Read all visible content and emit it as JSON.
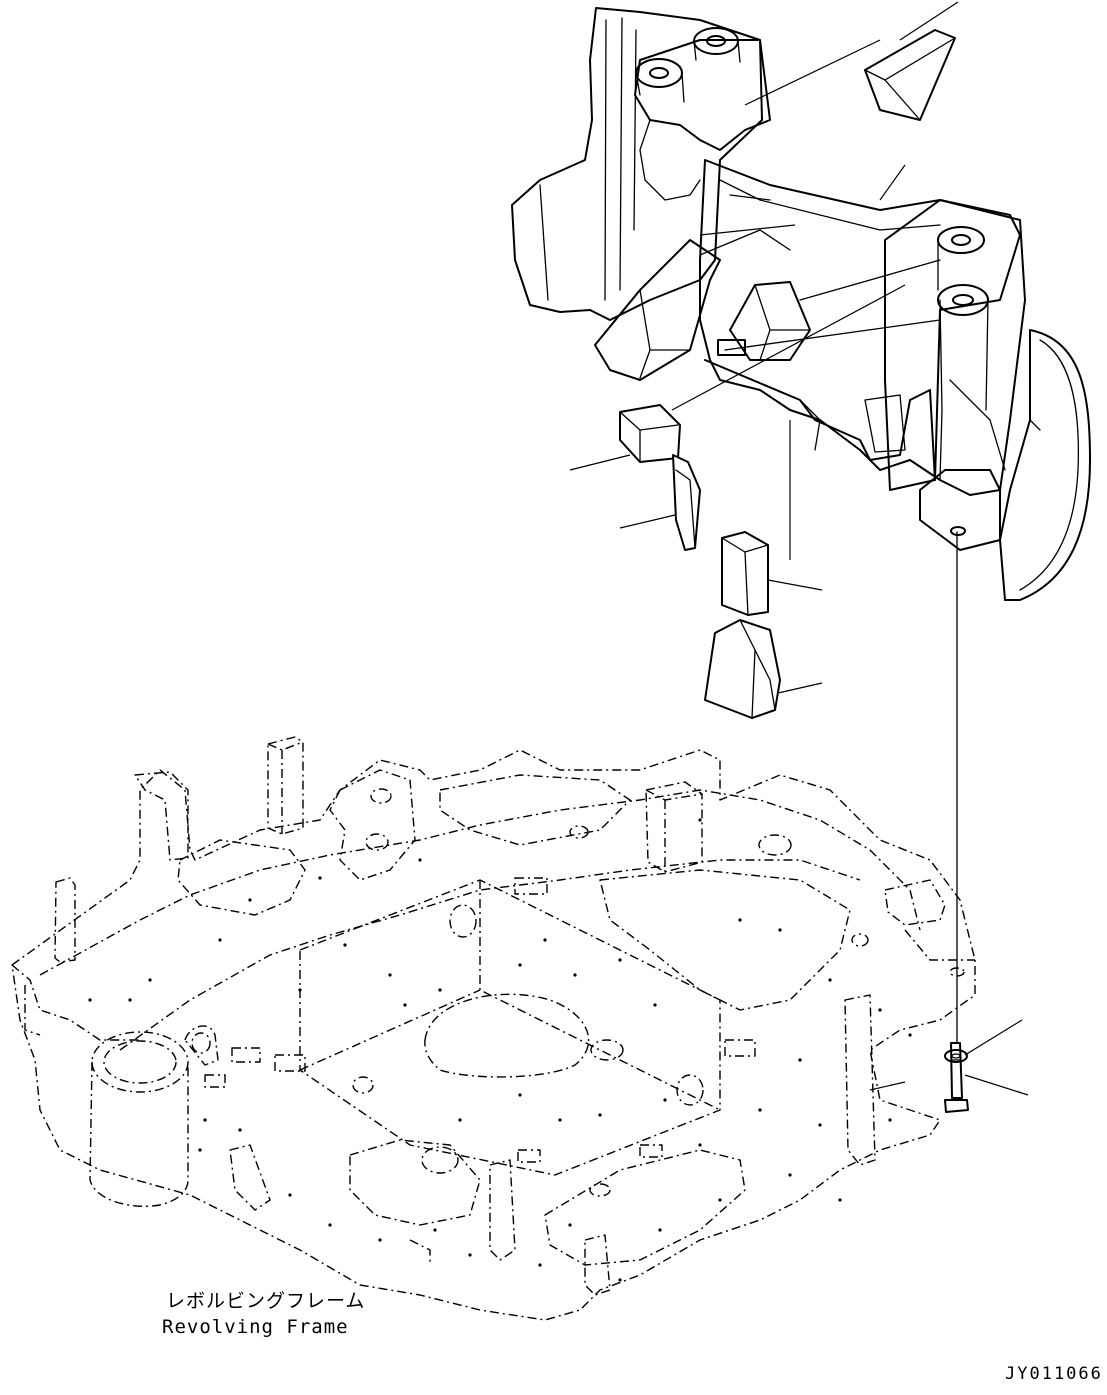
{
  "caption": {
    "japanese": "レボルビングフレーム",
    "english": "Revolving Frame"
  },
  "drawing_code": "JY011066"
}
